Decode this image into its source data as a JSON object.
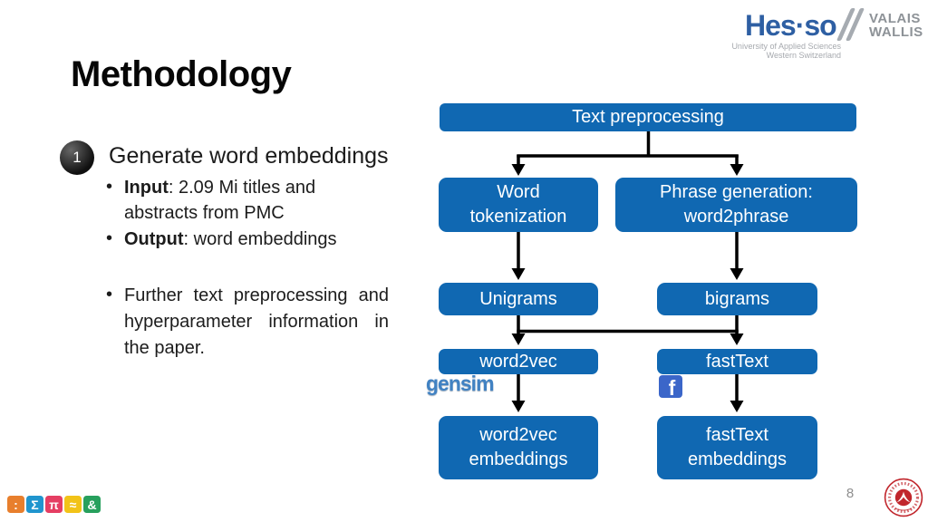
{
  "slide": {
    "title": "Methodology",
    "page_number": "8"
  },
  "logo": {
    "brand": "Hes·so",
    "region_line1": "VALAIS",
    "region_line2": "WALLIS",
    "tagline_line1": "University of Applied Sciences",
    "tagline_line2": "Western Switzerland",
    "brand_color": "#2E5FA3"
  },
  "step": {
    "number": "1",
    "heading": "Generate word embeddings",
    "bullets": [
      {
        "label": "Input",
        "rest": ": 2.09 Mi titles and abstracts from PMC"
      },
      {
        "label": "Output",
        "rest": ": word embeddings"
      },
      {
        "label": "",
        "rest": "Further text preprocessing and hyperparameter information in the paper."
      }
    ]
  },
  "flowchart": {
    "node_color": "#1068B2",
    "nodes": {
      "text_preprocessing": {
        "line1": "Text preprocessing",
        "line2": ""
      },
      "word_tokenization": {
        "line1": "Word",
        "line2": "tokenization"
      },
      "phrase_generation": {
        "line1": "Phrase generation:",
        "line2": "word2phrase"
      },
      "unigrams": {
        "line1": "Unigrams",
        "line2": ""
      },
      "bigrams": {
        "line1": "bigrams",
        "line2": ""
      },
      "word2vec": {
        "line1": "word2vec",
        "line2": ""
      },
      "fasttext": {
        "line1": "fastText",
        "line2": ""
      },
      "word2vec_embeddings": {
        "line1": "word2vec",
        "line2": "embeddings"
      },
      "fasttext_embeddings": {
        "line1": "fastText",
        "line2": "embeddings"
      }
    },
    "logos": {
      "gensim_text": "gensim",
      "gensim_color": "#4182C3",
      "facebook_letter": "f",
      "facebook_color": "#3B66C9"
    }
  },
  "footer": {
    "icons": [
      {
        "name": "colon",
        "glyph": ":",
        "color": "#E87F2D"
      },
      {
        "name": "sigma",
        "glyph": "Σ",
        "color": "#2095CE"
      },
      {
        "name": "pi",
        "glyph": "π",
        "color": "#E53E63"
      },
      {
        "name": "approx",
        "glyph": "≈",
        "color": "#F2C318"
      },
      {
        "name": "ampersand",
        "glyph": "&",
        "color": "#27A05D"
      }
    ]
  }
}
